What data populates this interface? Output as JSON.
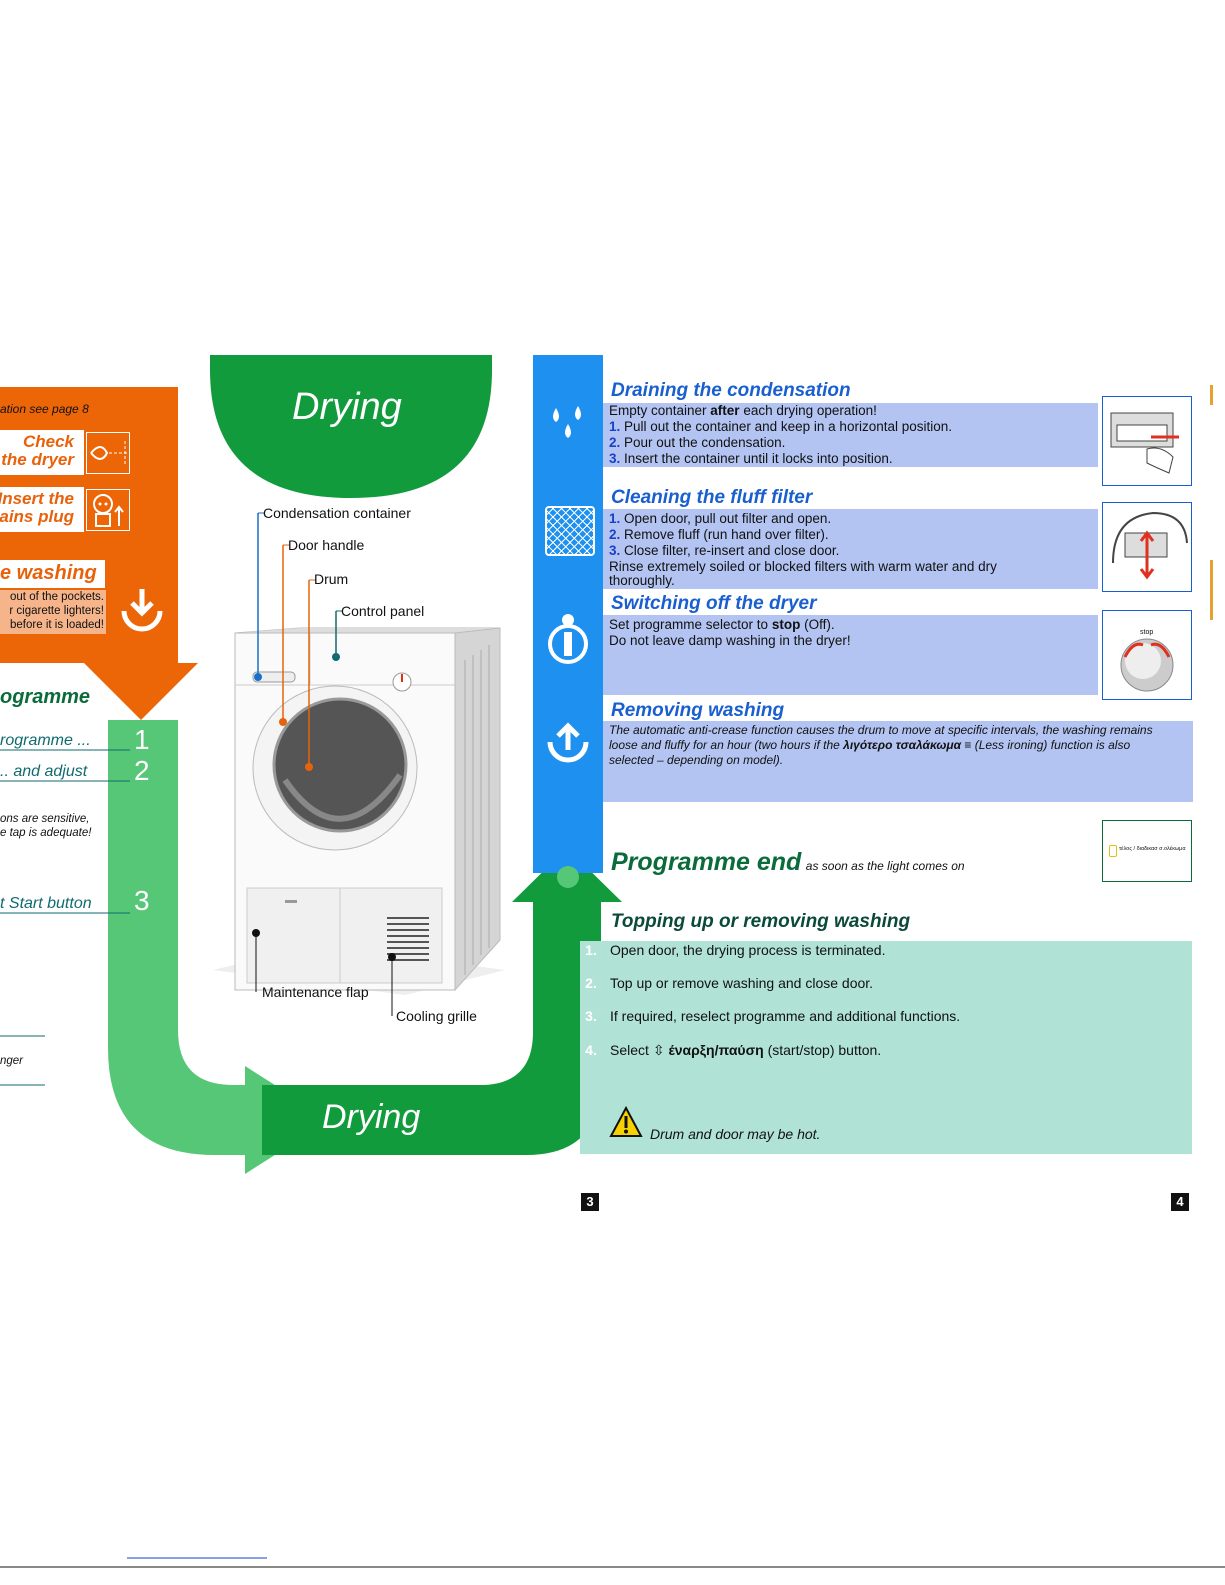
{
  "left_panel": {
    "info_snippet": "ation see page 8",
    "check_line1": "Check",
    "check_line2": "the dryer",
    "insert_line1": "Insert the",
    "insert_line2": "ains plug",
    "washing_heading": "e washing",
    "pockets_lines": [
      "out of the pockets.",
      "r cigarette lighters!",
      "before it is loaded!"
    ],
    "programme_heading": "ogramme",
    "step1_text": "rogramme ...",
    "step1_num": "1",
    "step2_text": ".. and adjust",
    "step2_num": "2",
    "sensitive_lines": [
      "ons are sensitive,",
      "e tap is adequate!"
    ],
    "step3_text": "t Start button",
    "step3_num": "3",
    "nger_text": "nger"
  },
  "center": {
    "title_top": "Drying",
    "title_bottom": "Drying",
    "labels": {
      "condensation": "Condensation container",
      "door_handle": "Door handle",
      "drum": "Drum",
      "control_panel": "Control panel",
      "maintenance": "Maintenance flap",
      "cooling": "Cooling grille"
    }
  },
  "right_panel": {
    "draining": {
      "title": "Draining the condensation",
      "intro_before": "Empty container ",
      "intro_bold": "after",
      "intro_after": " each drying operation!",
      "steps": [
        {
          "n": "1.",
          "text": "Pull out the container and keep in a horizontal position."
        },
        {
          "n": "2.",
          "text": "Pour out the condensation."
        },
        {
          "n": "3.",
          "text": "Insert the container until it locks into position."
        }
      ]
    },
    "fluff": {
      "title": "Cleaning the fluff filter",
      "steps": [
        {
          "n": "1.",
          "text": "Open door, pull out filter and open."
        },
        {
          "n": "2.",
          "text": "Remove fluff (run hand over filter)."
        },
        {
          "n": "3.",
          "text": "Close filter, re-insert and close door."
        }
      ],
      "note_line1": "Rinse extremely soiled or blocked filters with warm water and dry",
      "note_line2": "thoroughly."
    },
    "switching": {
      "title": "Switching off the dryer",
      "line1_before": "Set programme selector to ",
      "line1_bold": "stop",
      "line1_after": " (Off).",
      "line2": "Do not leave damp washing in the dryer!",
      "dial_label": "stop"
    },
    "removing": {
      "title": "Removing washing",
      "line1": "The automatic anti-crease function causes the drum to move at specific intervals, the washing remains",
      "line2_before": "loose and fluffy for an hour (two hours if the ",
      "line2_bold": "λιγότερο   τσαλάκωμα",
      "line2_after": " (Less ironing) function is also",
      "line3": "selected – depending on model)."
    },
    "programme_end": {
      "title": "Programme end",
      "subtitle": "as soon as the light comes on",
      "indicator_text": "τέλος / διαδικασ σ.ολέκωμα"
    },
    "topping": {
      "title": "Topping up or removing washing",
      "steps": [
        {
          "n": "1.",
          "text": "Open door, the drying process is terminated."
        },
        {
          "n": "2.",
          "text": "Top up or remove washing and close door."
        },
        {
          "n": "3.",
          "text": "If required, reselect programme and additional functions."
        }
      ],
      "step4_n": "4.",
      "step4_before": "Select ",
      "step4_bold": "έναρξη/παύση",
      "step4_after": " (start/stop) button.",
      "warning": "Drum and door may be hot."
    }
  },
  "pages": {
    "left": "3",
    "right": "4"
  },
  "colors": {
    "orange": "#ec6608",
    "light_green": "#56c777",
    "dark_green": "#129b3c",
    "blue_strip": "#1e90f0",
    "box_blue": "#b3c4f2",
    "mint": "#b0e3d5",
    "teal": "#35a79a"
  }
}
